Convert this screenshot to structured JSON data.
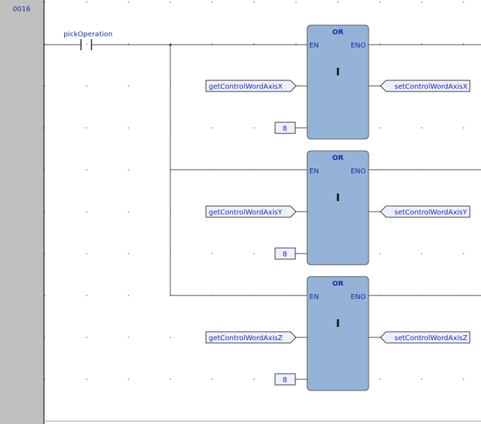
{
  "rung": {
    "number": "0016"
  },
  "contact": {
    "label": "pickOperation"
  },
  "blocks": [
    {
      "type": "OR",
      "en": "EN",
      "eno": "ENO",
      "op": "I",
      "input_var": "getControlWordAxisX",
      "const_in": "8",
      "output_var": "setControlWordAxisX"
    },
    {
      "type": "OR",
      "en": "EN",
      "eno": "ENO",
      "op": "I",
      "input_var": "getControlWordAxisY",
      "const_in": "8",
      "output_var": "setControlWordAxisY"
    },
    {
      "type": "OR",
      "en": "EN",
      "eno": "ENO",
      "op": "I",
      "input_var": "getControlWordAxisZ",
      "const_in": "8",
      "output_var": "setControlWordAxisZ"
    }
  ],
  "colors": {
    "gutter": "#c0c0c0",
    "block_fill": "#95b3d7",
    "block_stroke": "#555555",
    "var_fill": "#eef0ff",
    "text": "#1a2aa8",
    "wire": "#444444"
  }
}
